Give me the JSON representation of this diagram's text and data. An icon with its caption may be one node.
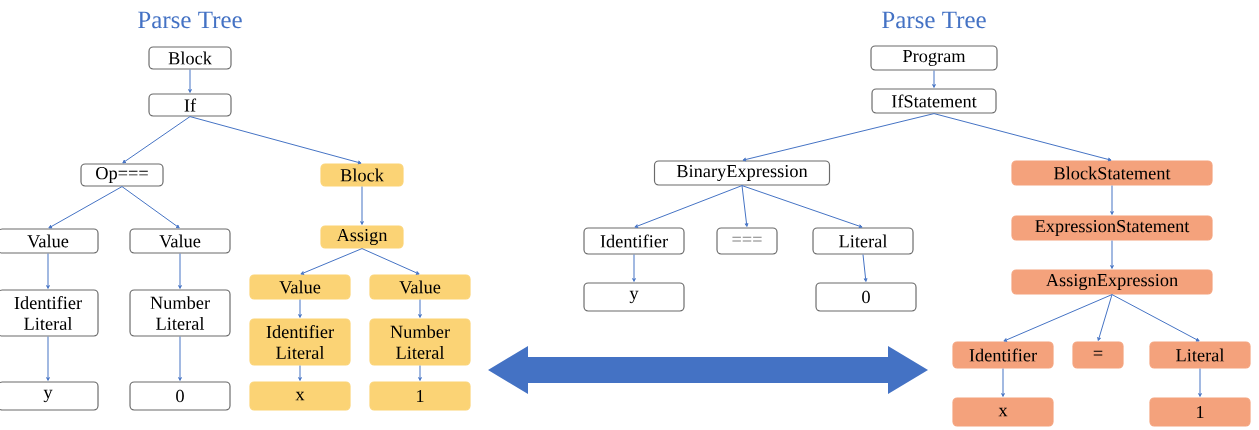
{
  "diagram": {
    "nodes": [
      {
        "text": [
          "Block"
        ]
      },
      {
        "text": [
          "If"
        ]
      },
      {
        "text": [
          "Op==="
        ]
      },
      {
        "text": [
          "Block"
        ]
      },
      {
        "text": [
          "Value"
        ]
      },
      {
        "text": [
          "Value"
        ]
      },
      {
        "text": [
          "Assign"
        ]
      },
      {
        "text": [
          "Identifier Literal"
        ]
      },
      {
        "text": [
          "Number Literal"
        ]
      },
      {
        "text": [
          "Value"
        ]
      },
      {
        "text": [
          "Value"
        ]
      },
      {
        "text": [
          "Identifier Literal"
        ]
      },
      {
        "text": [
          "Number Literal"
        ]
      },
      {
        "text": [
          "y"
        ]
      },
      {
        "text": [
          "0"
        ]
      },
      {
        "text": [
          "x"
        ]
      },
      {
        "text": [
          "1"
        ]
      },
      {
        "text": [
          "Program"
        ]
      },
      {
        "text": [
          "IfStatement"
        ]
      },
      {
        "text": [
          "BinaryExpression"
        ]
      },
      {
        "text": [
          "BlockStatement"
        ]
      },
      {
        "text": [
          "Identifier"
        ]
      },
      {
        "text": [
          "==="
        ]
      },
      {
        "text": [
          "Literal"
        ]
      },
      {
        "text": [
          "ExpressionStatement"
        ]
      },
      {
        "text": [
          "y"
        ]
      },
      {
        "text": [
          "0"
        ]
      },
      {
        "text": [
          "AssignExpression"
        ]
      },
      {
        "text": [
          "Identifier"
        ]
      },
      {
        "text": [
          "="
        ]
      },
      {
        "text": [
          "Literal"
        ]
      },
      {
        "text": [
          "x"
        ]
      },
      {
        "text": [
          "1"
        ]
      }
    ],
    "edges": [
      {
        "from": 0,
        "to": 1,
        "arrow": "to"
      },
      {
        "from": 1,
        "to": 2,
        "arrow": "to"
      },
      {
        "from": 1,
        "to": 3,
        "arrow": "to"
      },
      {
        "from": 2,
        "to": 4,
        "arrow": "to"
      },
      {
        "from": 2,
        "to": 5,
        "arrow": "to"
      },
      {
        "from": 3,
        "to": 6,
        "arrow": "to"
      },
      {
        "from": 4,
        "to": 7,
        "arrow": "to"
      },
      {
        "from": 5,
        "to": 8,
        "arrow": "to"
      },
      {
        "from": 6,
        "to": 9,
        "arrow": "to"
      },
      {
        "from": 6,
        "to": 10,
        "arrow": "to"
      },
      {
        "from": 7,
        "to": 13,
        "arrow": "to"
      },
      {
        "from": 8,
        "to": 14,
        "arrow": "to"
      },
      {
        "from": 9,
        "to": 11,
        "arrow": "to"
      },
      {
        "from": 10,
        "to": 12,
        "arrow": "to"
      },
      {
        "from": 11,
        "to": 15,
        "arrow": "to"
      },
      {
        "from": 12,
        "to": 16,
        "arrow": "to"
      },
      {
        "from": 17,
        "to": 18,
        "arrow": "to"
      },
      {
        "from": 18,
        "to": 19,
        "arrow": "to"
      },
      {
        "from": 18,
        "to": 20,
        "arrow": "to"
      },
      {
        "from": 19,
        "to": 21,
        "arrow": "to"
      },
      {
        "from": 19,
        "to": 22,
        "arrow": "to"
      },
      {
        "from": 19,
        "to": 23,
        "arrow": "to"
      },
      {
        "from": 20,
        "to": 24,
        "arrow": "to"
      },
      {
        "from": 21,
        "to": 25,
        "arrow": "to"
      },
      {
        "from": 23,
        "to": 26,
        "arrow": "to"
      },
      {
        "from": 24,
        "to": 27,
        "arrow": "to"
      },
      {
        "from": 27,
        "to": 28,
        "arrow": "to"
      },
      {
        "from": 27,
        "to": 29,
        "arrow": "to"
      },
      {
        "from": 27,
        "to": 30,
        "arrow": "to"
      },
      {
        "from": 28,
        "to": 31,
        "arrow": "to"
      },
      {
        "from": 30,
        "to": 32,
        "arrow": "to"
      }
    ],
    "labels": [
      "Parse Tree",
      "Parse Tree"
    ]
  }
}
